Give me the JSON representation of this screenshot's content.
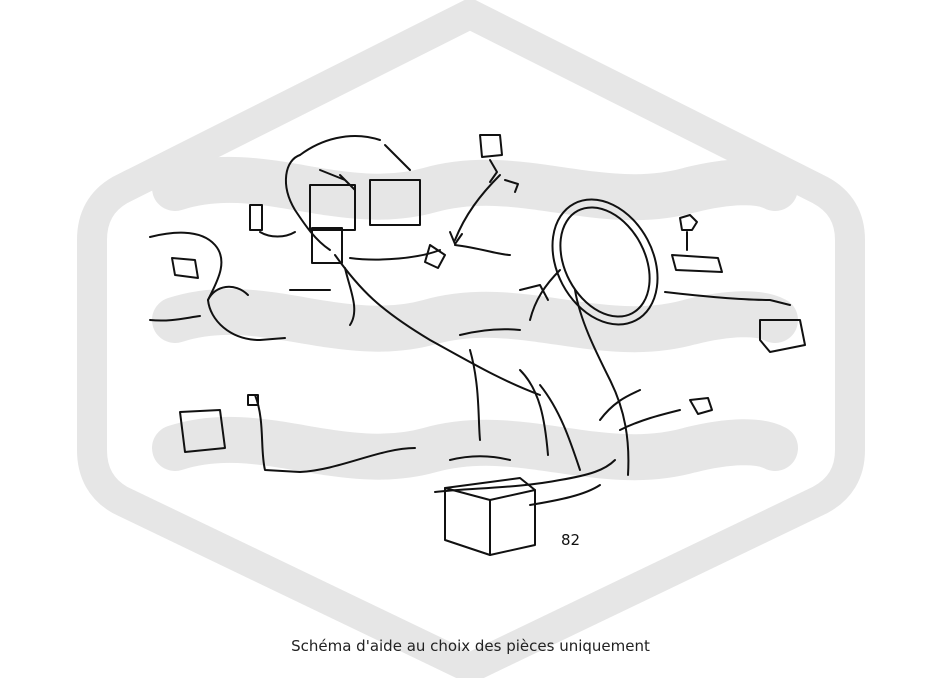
{
  "diagram": {
    "part_number": "82"
  },
  "watermark": {
    "shape": "hexagon-waves",
    "color": "#e6e6e6"
  },
  "caption": "Schéma d'aide au choix des pièces uniquement",
  "colors": {
    "line": "#111111",
    "background": "#ffffff"
  }
}
